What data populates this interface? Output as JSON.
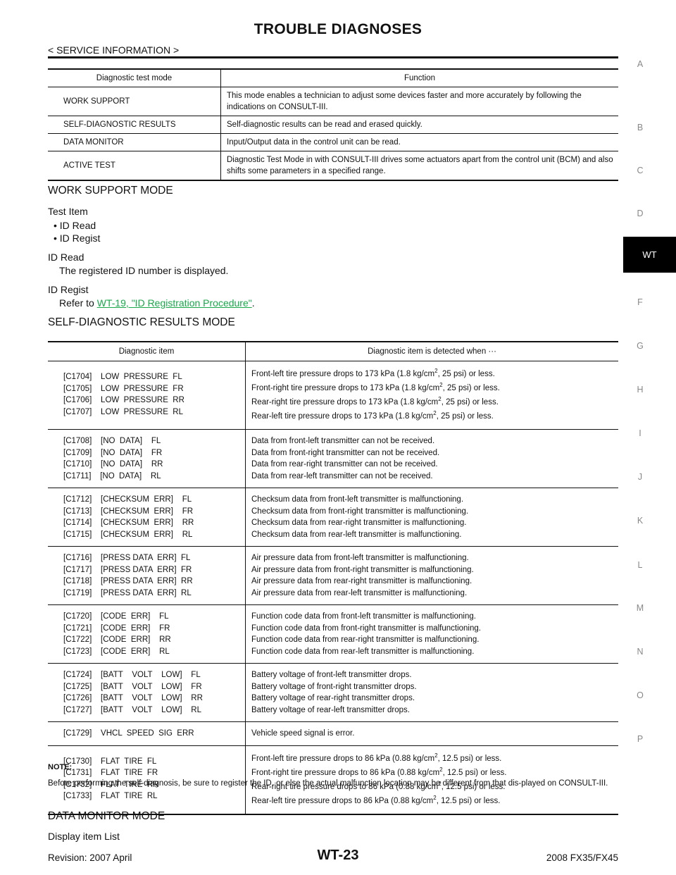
{
  "header": {
    "title": "TROUBLE DIAGNOSES",
    "subtitle": "< SERVICE INFORMATION >"
  },
  "mode_table": {
    "headers": [
      "Diagnostic test mode",
      "Function"
    ],
    "rows": [
      {
        "mode": "WORK SUPPORT",
        "function": "This mode enables a technician to adjust some devices faster and more accurately by following the indications on CONSULT-III."
      },
      {
        "mode": "SELF-DIAGNOSTIC RESULTS",
        "function": "Self-diagnostic results can be read and erased quickly."
      },
      {
        "mode": "DATA MONITOR",
        "function": "Input/Output data in the control unit can be read."
      },
      {
        "mode": "ACTIVE TEST",
        "function": "Diagnostic Test Mode in with CONSULT-III drives some actuators apart from the control unit (BCM) and also shifts some parameters in a specified range."
      }
    ]
  },
  "work_support": {
    "heading": "WORK SUPPORT MODE",
    "test_item_label": "Test Item",
    "items": [
      "ID Read",
      "ID Regist"
    ],
    "id_read_title": "ID Read",
    "id_read_text": "The registered ID number is displayed.",
    "id_regist_title": "ID Regist",
    "id_regist_prefix": "Refer to ",
    "id_regist_link": "WT-19, \"ID Registration Procedure\"",
    "id_regist_suffix": "."
  },
  "self_diag": {
    "heading": "SELF-DIAGNOSTIC RESULTS MODE",
    "headers": [
      "Diagnostic item",
      "Diagnostic item is detected when ···"
    ],
    "rows": [
      {
        "items": [
          "[C1704]    LOW  PRESSURE  FL",
          "[C1705]    LOW  PRESSURE  FR",
          "[C1706]    LOW  PRESSURE  RR",
          "[C1707]    LOW  PRESSURE  RL"
        ],
        "conditions": [
          [
            "Front-left tire pressure drops to 173 kPa (1.8 kg/cm",
            "2",
            ", 25 psi) or less."
          ],
          [
            "Front-right tire pressure drops to 173 kPa (1.8 kg/cm",
            "2",
            ", 25 psi) or less."
          ],
          [
            "Rear-right tire pressure drops to 173 kPa (1.8 kg/cm",
            "2",
            ", 25 psi) or less."
          ],
          [
            "Rear-left tire pressure drops to 173 kPa (1.8 kg/cm",
            "2",
            ", 25 psi) or less."
          ]
        ]
      },
      {
        "items": [
          "[C1708]    [NO  DATA]    FL",
          "[C1709]    [NO  DATA]    FR",
          "[C1710]    [NO  DATA]    RR",
          "[C1711]    [NO  DATA]    RL"
        ],
        "conditions": [
          "Data from front-left transmitter can not be received.",
          "Data from front-right transmitter can not be received.",
          "Data from rear-right transmitter can not be received.",
          "Data from rear-left transmitter can not be received."
        ]
      },
      {
        "items": [
          "[C1712]    [CHECKSUM  ERR]    FL",
          "[C1713]    [CHECKSUM  ERR]    FR",
          "[C1714]    [CHECKSUM  ERR]    RR",
          "[C1715]    [CHECKSUM  ERR]    RL"
        ],
        "conditions": [
          "Checksum data from front-left transmitter is malfunctioning.",
          "Checksum data from front-right transmitter is malfunctioning.",
          "Checksum data from rear-right transmitter is malfunctioning.",
          "Checksum data from rear-left transmitter is malfunctioning."
        ]
      },
      {
        "items": [
          "[C1716]    [PRESS DATA  ERR]  FL",
          "[C1717]    [PRESS DATA  ERR]  FR",
          "[C1718]    [PRESS DATA  ERR]  RR",
          "[C1719]    [PRESS DATA  ERR]  RL"
        ],
        "conditions": [
          "Air pressure data from front-left transmitter is malfunctioning.",
          "Air pressure data from front-right transmitter is malfunctioning.",
          "Air pressure data from rear-right transmitter is malfunctioning.",
          "Air pressure data from rear-left transmitter is malfunctioning."
        ]
      },
      {
        "items": [
          "[C1720]    [CODE  ERR]    FL",
          "[C1721]    [CODE  ERR]    FR",
          "[C1722]    [CODE  ERR]    RR",
          "[C1723]    [CODE  ERR]    RL"
        ],
        "conditions": [
          "Function code data from front-left transmitter is malfunctioning.",
          "Function code data from front-right transmitter is malfunctioning.",
          "Function code data from rear-right transmitter is malfunctioning.",
          "Function code data from rear-left transmitter is malfunctioning."
        ]
      },
      {
        "items": [
          "[C1724]    [BATT    VOLT    LOW]    FL",
          "[C1725]    [BATT    VOLT    LOW]    FR",
          "[C1726]    [BATT    VOLT    LOW]    RR",
          "[C1727]    [BATT    VOLT    LOW]    RL"
        ],
        "conditions": [
          "Battery voltage of front-left transmitter drops.",
          "Battery voltage of front-right transmitter drops.",
          "Battery voltage of rear-right transmitter drops.",
          "Battery voltage of rear-left transmitter drops."
        ]
      },
      {
        "items": [
          "[C1729]    VHCL  SPEED  SIG  ERR"
        ],
        "conditions": [
          "Vehicle speed signal is error."
        ]
      },
      {
        "items": [
          "[C1730]    FLAT  TIRE  FL",
          "[C1731]    FLAT  TIRE  FR",
          "[C1732]    FLAT  TIRE  RR",
          "[C1733]    FLAT  TIRE  RL"
        ],
        "conditions": [
          [
            "Front-left tire pressure drops to 86 kPa (0.88 kg/cm",
            "2",
            ", 12.5 psi) or less."
          ],
          [
            "Front-right tire pressure drops to 86 kPa (0.88 kg/cm",
            "2",
            ", 12.5 psi) or less."
          ],
          [
            "Rear-right tire pressure drops to 86 kPa (0.88 kg/cm",
            "2",
            ", 12.5 psi) or less."
          ],
          [
            "Rear-left tire pressure drops to 86 kPa (0.88 kg/cm",
            "2",
            ", 12.5 psi) or less."
          ]
        ]
      }
    ]
  },
  "note": {
    "label": "NOTE:",
    "text": "Before performing the self-diagnosis, be sure to register the ID, or else the actual malfunction location may be different from that dis-played on CONSULT-III."
  },
  "data_monitor": {
    "heading": "DATA MONITOR MODE",
    "text": "Display item List"
  },
  "side_index": [
    "A",
    "B",
    "C",
    "D",
    "WT",
    "F",
    "G",
    "H",
    "I",
    "J",
    "K",
    "L",
    "M",
    "N",
    "O",
    "P"
  ],
  "active_section": "WT",
  "footer": {
    "revision": "Revision: 2007 April",
    "page": "WT-23",
    "model": "2008 FX35/FX45"
  }
}
